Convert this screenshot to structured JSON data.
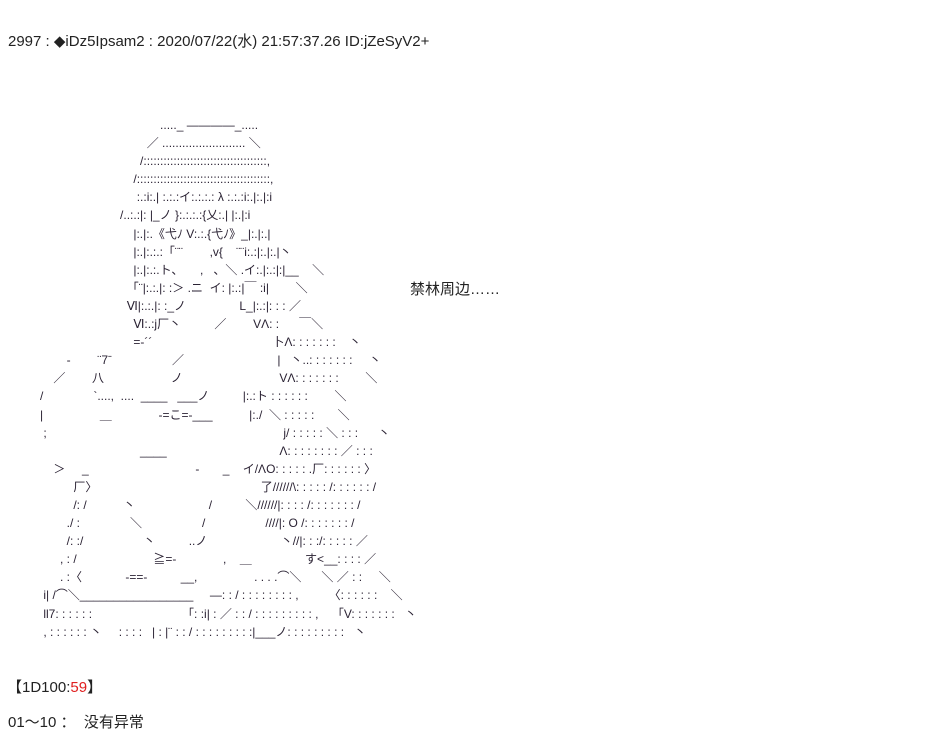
{
  "post": {
    "number": "2997",
    "sep1": " : ",
    "trip": "◆iDz5Ipsam2",
    "sep2": " : ",
    "datetime": "2020/07/22(水) 21:57:37.26",
    "id": "ID:jZeSyV2+"
  },
  "aa_lines": [
    "                                                ....._ ――――_.....",
    "                                            ／ ......................... ＼",
    "                                          /:::::::::::::::::::::::::::::::::::::,",
    "                                        /::::::::::::::::::::::::::::::::::::::::,",
    "                                         :.:i:.| :.:.:イ:.:.:.: λ :.:.:i:.|:.|:i",
    "                                    /..:.:|: |_ノ }:.:.:.:{乂:.| |:.|:i",
    "                                        |:.|:.《弋ﾉ V:.:.{弋ﾉ》_|:.|:.|",
    "                                        |:.|:.:.:「¨¨        ,v{    ¨¨i:.:|:.|:.|丶",
    "                                        |:.|:.:.ト、     ,   、＼ .イ:.|:.:|:|__    ＼",
    "                                      「¨|:.:.|: :＞ .ニ  イ: |:.:|￣ :i|        ＼",
    "                                      Ⅵ|:.:.|: :_ノ                L_|:.:|: : : ／",
    "                                        Ⅵ:.:j厂丶          ／        VΛ: :      ￣＼",
    "                                        =-´´                                    卜Λ: : : : : : :    丶",
    "                    -        ¨7ˉ                  ／                            |   丶..: : : : : : :     丶",
    "                ／        八                    ノ                             VΛ: : : : : : :        ＼",
    "            /               `....,  ....  ____   ___ノ          |:.:ト : : : : : :        ＼",
    "            |                 ＿              -=こ=-___           |:./  ＼ : : : : :       ＼",
    "             ;                                                                       j/ : : : : : ＼ : : :      丶",
    "                                          ____                                  Λ: : : : : : : : ／ : : :",
    "                ＞     _                                -       _    イ/ΛO: : : : : .厂: : : : : : 〉",
    "                      厂〉                                                 了//////\\: : : : : /: : : : : : /",
    "                      /: /           丶                      /          ＼//////|: : : : /: : : : : : : /",
    "                    ./ :               ＼                  /                  ////|: O /: : : : : : : /",
    "                    /: :/                  丶          ..ノ                      丶//|: : :/: : : : : ／",
    "                  , : /                       ≧=-              ,    ＿                す<__: : : : ／",
    "                  . :〈             -==-          __,                 . . . .⌒＼      ＼ ／ : :     ＼",
    "             i| /⌒＼_________________     ―: : / : : : : : : : : ,         〈: : : : : :    ＼",
    "             ll7: : : : : :                           「: :i| : ／ : : / : : : : : : : : : ,    「V: : : : : : :   丶",
    "             , : : : : : : 丶     : : : :   | : |¨ : : / : : : : : : : : :|___ノ: : : : : : : : :   丶"
  ],
  "side_note": "禁林周边……",
  "dice": {
    "open": "【1D100:",
    "value": "59",
    "close": "】"
  },
  "result": {
    "range": "01～10",
    "sep": " ：  ",
    "text": "没有异常"
  },
  "colors": {
    "dice_value": "#e02020",
    "text": "#222222"
  }
}
